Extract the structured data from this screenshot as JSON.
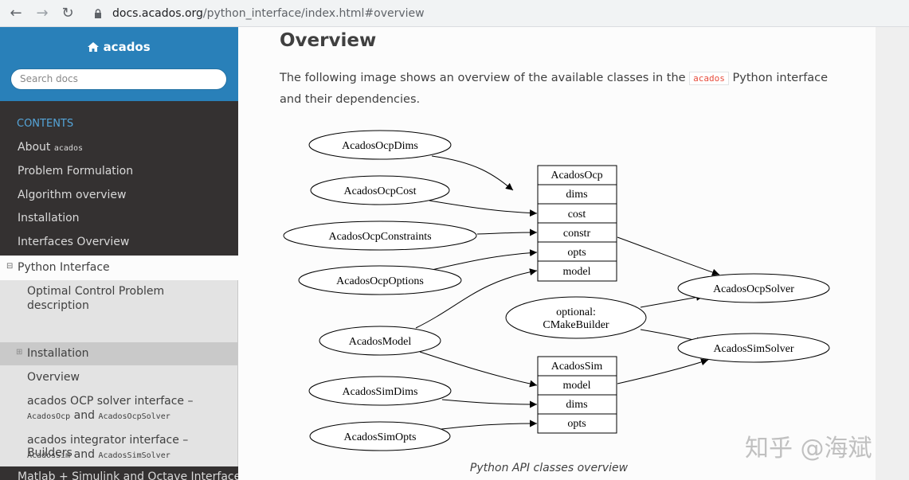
{
  "browser": {
    "url_domain": "docs.acados.org",
    "url_path": "/python_interface/index.html#overview",
    "back_icon": "back-arrow-icon",
    "forward_icon": "forward-arrow-icon",
    "reload_icon": "reload-icon"
  },
  "sidebar": {
    "brand": "acados",
    "search_placeholder": "Search docs",
    "caption": "CONTENTS",
    "items": [
      {
        "label": "About",
        "code": "acados"
      },
      {
        "label": "Problem Formulation"
      },
      {
        "label": "Algorithm overview"
      },
      {
        "label": "Installation"
      },
      {
        "label": "Interfaces Overview"
      }
    ],
    "current": {
      "label": "Python Interface",
      "toggle": "⊟"
    },
    "subitems": [
      {
        "line1": "Optimal Control Problem",
        "line2": "description"
      },
      {
        "label": "Installation",
        "toggle": "⊞"
      },
      {
        "label": "Overview"
      },
      {
        "line1": "acados OCP solver interface –",
        "code1": "AcadosOcp",
        "and": "and",
        "code2": "AcadosOcpSolver"
      },
      {
        "line1": "acados integrator interface –",
        "code1": "AcadosSim",
        "and": "and",
        "code2": "AcadosSimSolver"
      },
      {
        "label": "Builders"
      }
    ],
    "next_item": "Matlab + Simulink and Octave Interface"
  },
  "content": {
    "title": "Overview",
    "intro_before": "The following image shows an overview of the available classes in the ",
    "intro_code": "acados",
    "intro_after": " Python interface and their dependencies.",
    "caption": "Python API classes overview"
  },
  "diagram": {
    "ellipses": [
      "AcadosOcpDims",
      "AcadosOcpCost",
      "AcadosOcpConstraints",
      "AcadosOcpOptions",
      "AcadosModel",
      "AcadosSimDims",
      "AcadosSimOpts",
      "AcadosOcpSolver",
      "AcadosSimSolver"
    ],
    "optional_line1": "optional:",
    "optional_line2": "CMakeBuilder",
    "ocp_record": [
      "AcadosOcp",
      "dims",
      "cost",
      "constr",
      "opts",
      "model"
    ],
    "sim_record": [
      "AcadosSim",
      "model",
      "dims",
      "opts"
    ]
  },
  "watermark": "知乎 @海斌"
}
